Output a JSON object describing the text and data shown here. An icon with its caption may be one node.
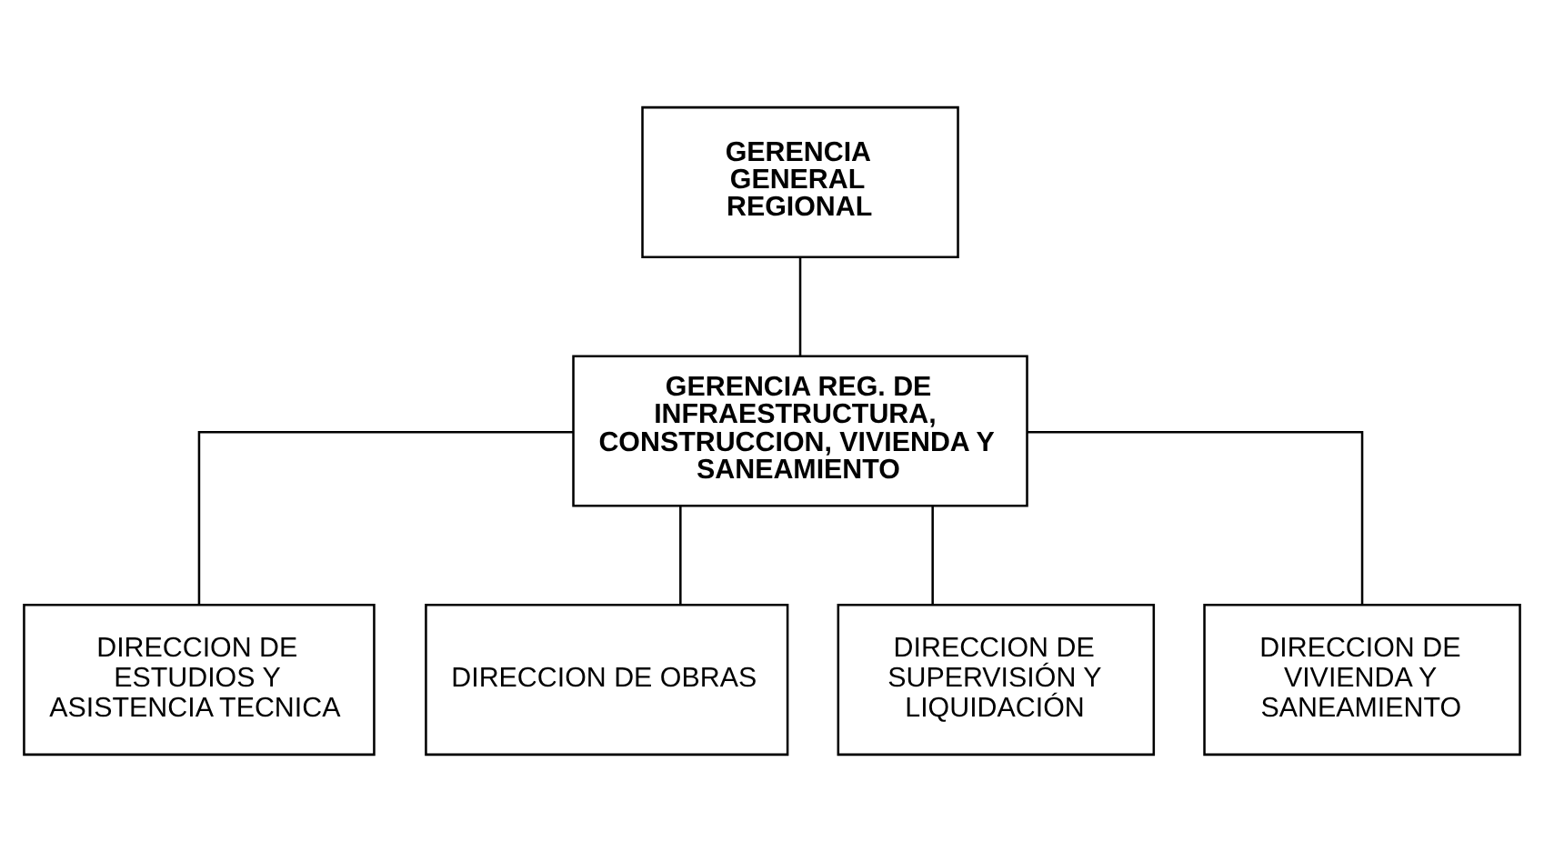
{
  "diagram": {
    "nodes": [
      {
        "text": [
          "GERENCIA GENERAL REGIONAL"
        ]
      },
      {
        "text": [
          "GERENCIA REG. DE INFRAESTRUCTURA, CONSTRUCCION, VIVIENDA Y SANEAMIENTO"
        ]
      },
      {
        "text": [
          "DIRECCION DE ESTUDIOS Y ASISTENCIA TECNICA"
        ]
      },
      {
        "text": [
          "DIRECCION DE OBRAS"
        ]
      },
      {
        "text": [
          "DIRECCION DE SUPERVISIÓN Y LIQUIDACIÓN"
        ]
      },
      {
        "text": [
          "DIRECCION DE VIVIENDA Y SANEAMIENTO"
        ]
      }
    ],
    "edges": [
      {
        "from": 0,
        "to": 1,
        "arrow": "none"
      },
      {
        "from": 1,
        "to": 2,
        "arrow": "none"
      },
      {
        "from": 1,
        "to": 3,
        "arrow": "none"
      },
      {
        "from": 1,
        "to": 4,
        "arrow": "none"
      },
      {
        "from": 1,
        "to": 5,
        "arrow": "none"
      }
    ]
  }
}
